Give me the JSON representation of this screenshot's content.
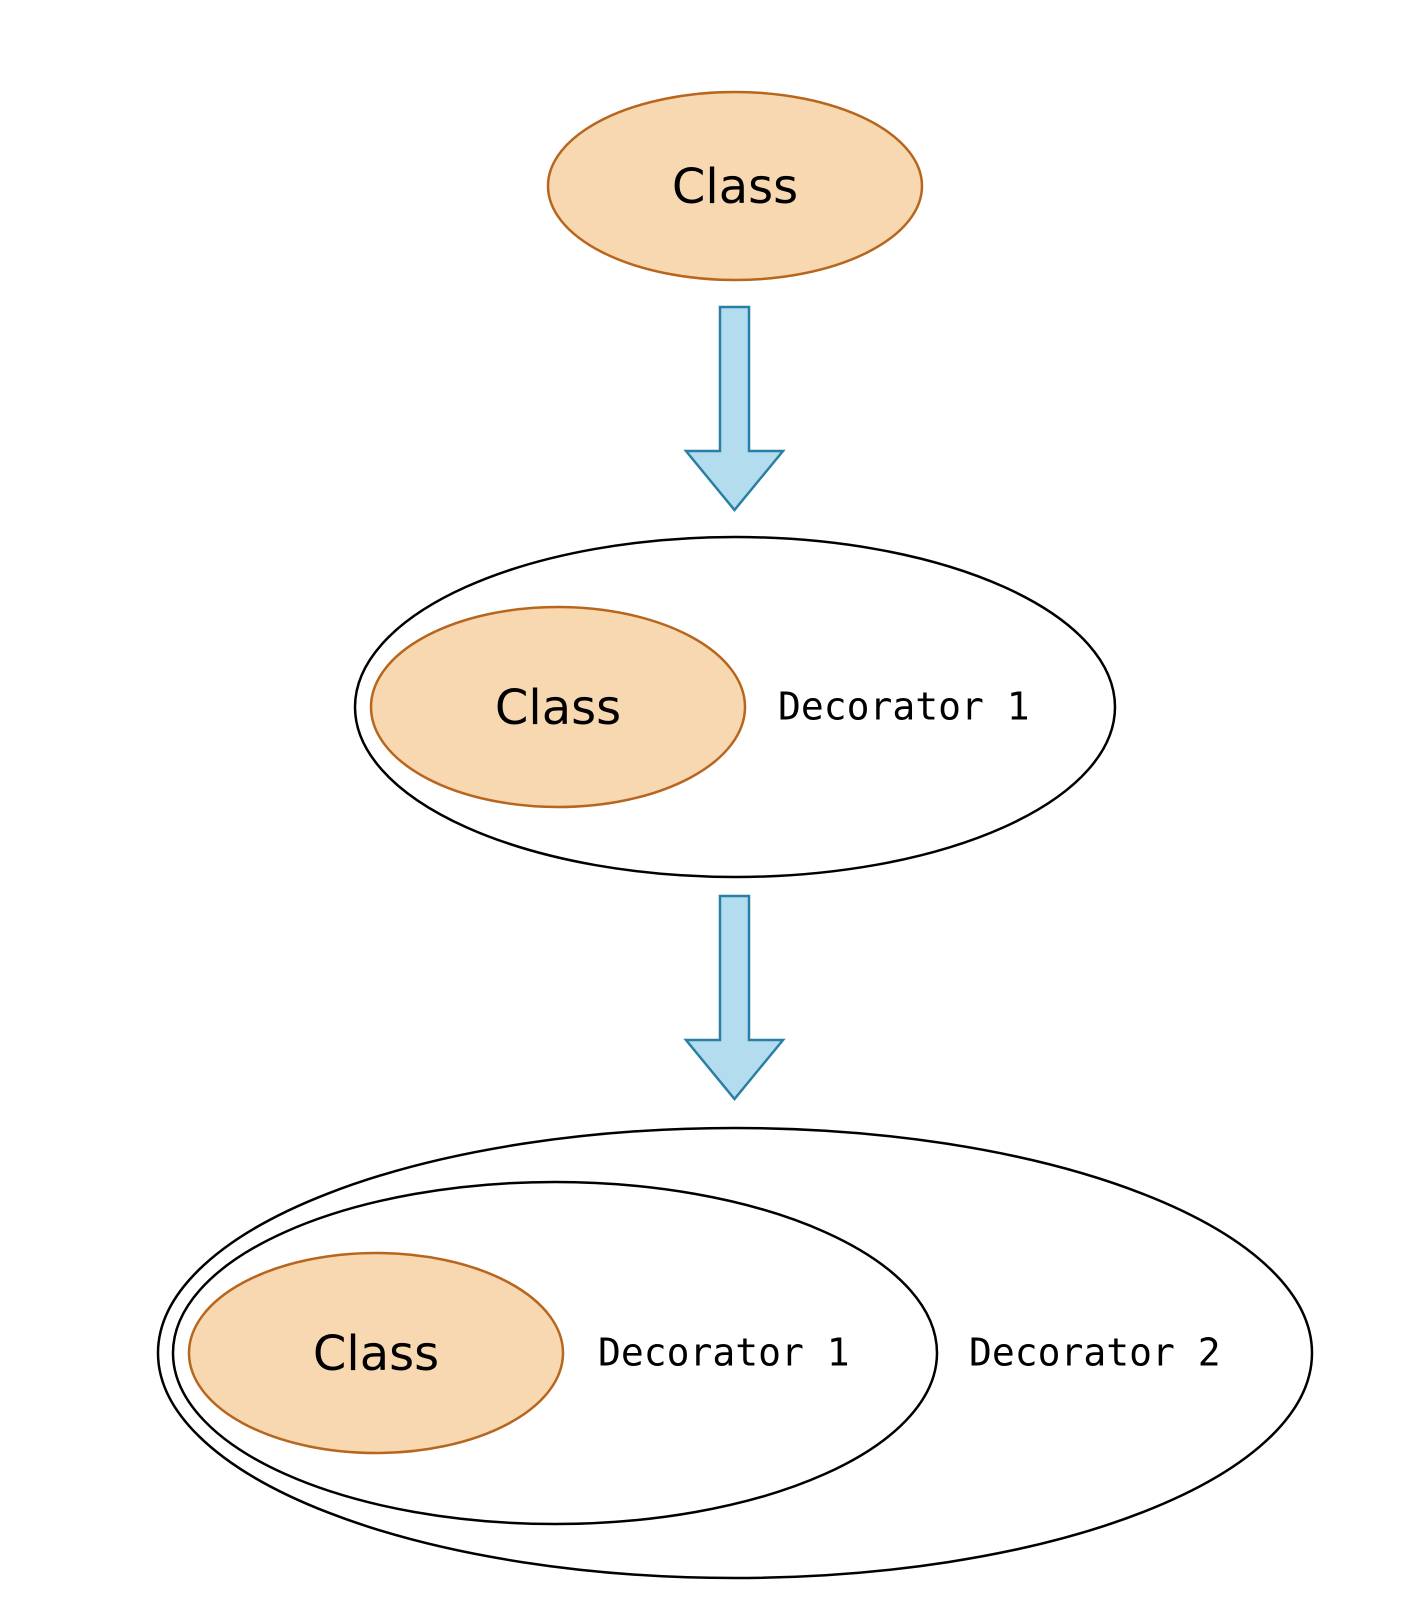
{
  "colors": {
    "class_fill": "#f8d8b0",
    "class_stroke": "#b8651e",
    "decorator_stroke": "#000000",
    "arrow_fill": "#b3dcee",
    "arrow_stroke": "#2a7fa4"
  },
  "stages": [
    {
      "class_label": "Class"
    },
    {
      "class_label": "Class",
      "decorators": [
        "Decorator 1"
      ]
    },
    {
      "class_label": "Class",
      "decorators": [
        "Decorator 1",
        "Decorator 2"
      ]
    }
  ]
}
